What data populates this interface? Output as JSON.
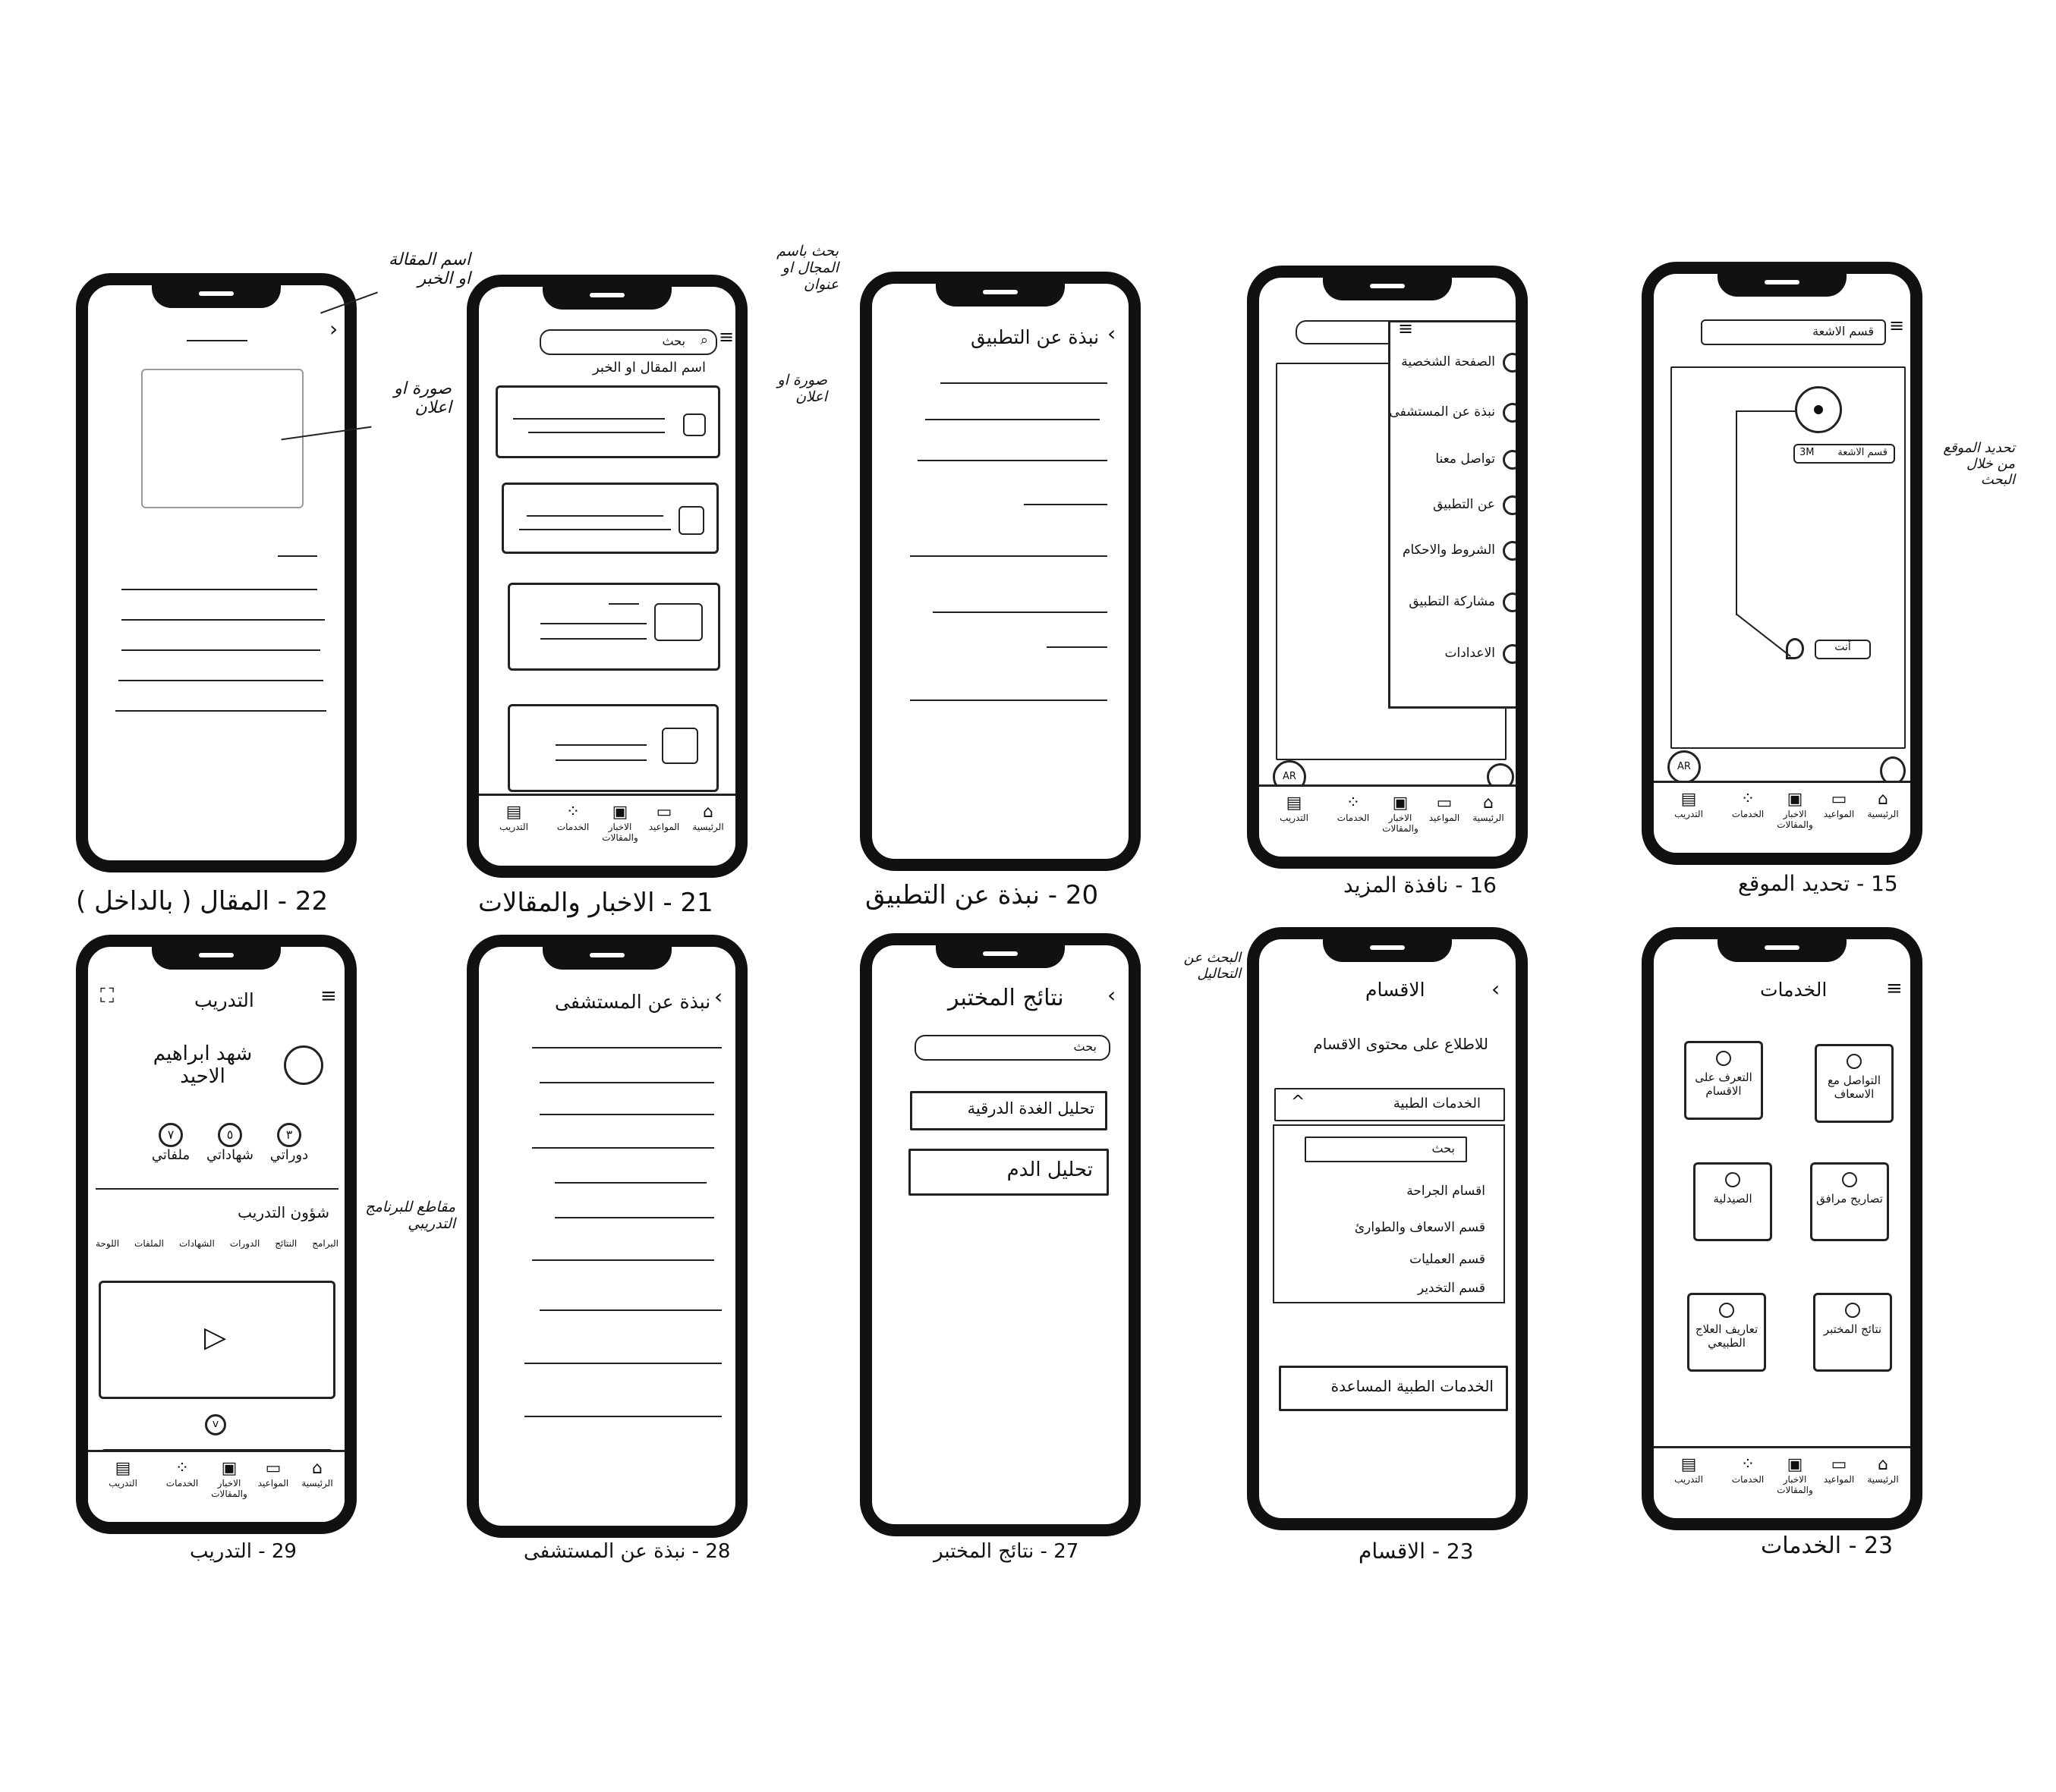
{
  "captions": {
    "p22": "22 - المقال ( بالداخل )",
    "p21": "21 - الاخبار والمقالات",
    "p20": "20 - نبذة عن التطبيق",
    "p16": "16 - نافذة المزيد",
    "p15": "15 - تحديد الموقع",
    "p29": "29 - التدريب",
    "p28": "28 - نبذة عن المستشفى",
    "p27": "27 - نتائج المختبر",
    "p23a": "23 - الاقسام",
    "p23b": "23 - الخدمات"
  },
  "notes": {
    "article_name": "اسم المقالة او الخبر",
    "image_ad": "صورة او اعلان",
    "search_by_field": "بحث باسم المجال او عنوان",
    "image_ad_2": "صورة او اعلان",
    "locate_by_search": "تحديد الموقع من خلال البحث",
    "search_analyses": "البحث عن التحاليل",
    "training_clips": "مقاطع للبرنامج التدريبي"
  },
  "nav": {
    "home": "الرئيسية",
    "appointments": "المواعيد",
    "news": "الاخبار والمقالات",
    "services": "الخدمات",
    "training": "التدريب"
  },
  "p21": {
    "search_placeholder": "بحث",
    "item_label": "اسم المقال او الخبر"
  },
  "p20": {
    "title": "نبذة عن التطبيق"
  },
  "p16": {
    "menu": [
      "الصفحة الشخصية",
      "نبذة عن المستشفى",
      "تواصل معنا",
      "عن التطبيق",
      "الشروط والاحكام",
      "مشاركة التطبيق",
      "الاعدادات"
    ],
    "avatar": "AR"
  },
  "p15": {
    "search": "قسم الاشعة",
    "pin_label": "قسم الاشعة",
    "distance": "3M",
    "you": "أنت",
    "avatar": "AR"
  },
  "p29": {
    "title": "التدريب",
    "name": "شهد ابراهيم الاحيد",
    "stats": [
      {
        "num": "٣",
        "label": "دوراتي"
      },
      {
        "num": "٥",
        "label": "شهاداتي"
      },
      {
        "num": "٧",
        "label": "ملفاتي"
      }
    ],
    "section": "شؤون التدريب",
    "tabs": [
      "البرامج",
      "النتائج",
      "الدورات",
      "الشهادات",
      "الملفات",
      "اللوحة"
    ]
  },
  "p28": {
    "title": "نبذة عن المستشفى"
  },
  "p27": {
    "title": "نتائج المختبر",
    "search": "بحث",
    "btn1": "تحليل الغدة الدرقية",
    "btn2": "تحليل الدم"
  },
  "p23a": {
    "title": "الاقسام",
    "subtitle": "للاطلاع على محتوى الاقسام",
    "dropdown": "الخدمات الطبية",
    "search": "بحث",
    "items": [
      "اقسام الجراحة",
      "قسم الاسعاف والطوارئ",
      "قسم العمليات",
      "قسم التخدير"
    ],
    "button": "الخدمات الطبية المساعدة"
  },
  "p23b": {
    "title": "الخدمات",
    "cards": [
      "التواصل مع الاسعاف",
      "التعرف على الاقسام",
      "تصاريح مرافق",
      "الصيدلية",
      "نتائج المختبر",
      "تعاريف العلاج الطبيعي"
    ]
  }
}
